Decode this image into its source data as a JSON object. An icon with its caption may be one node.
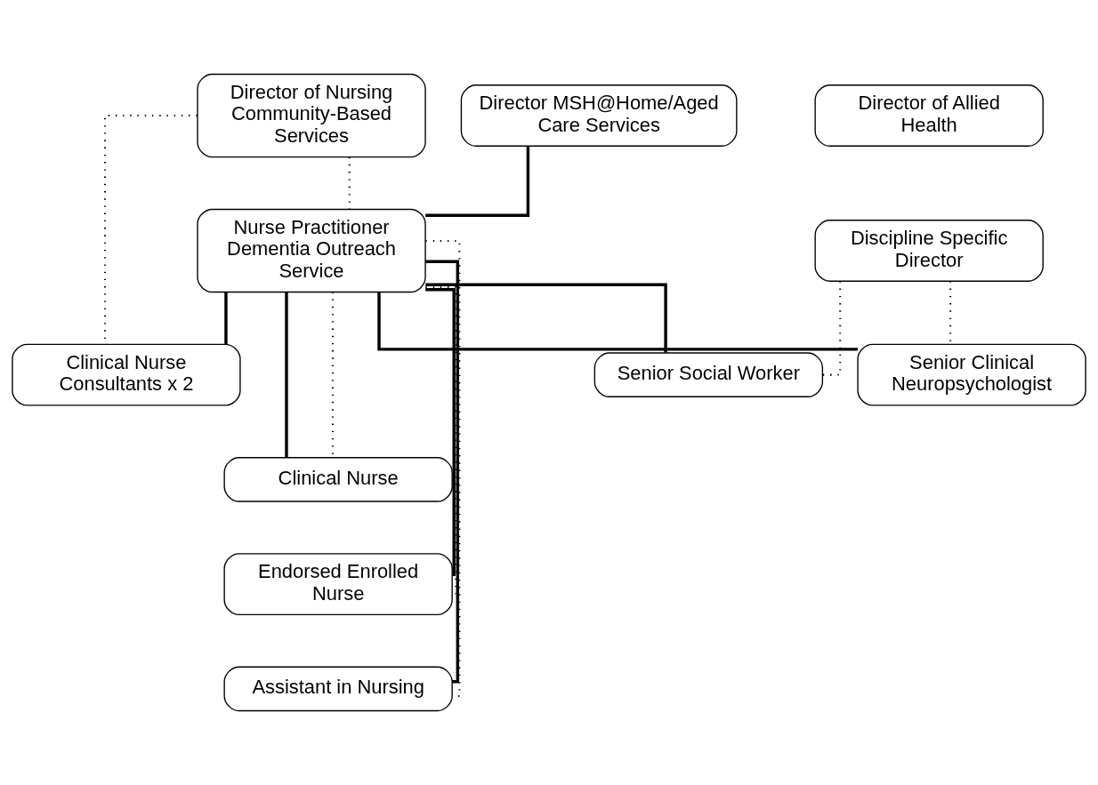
{
  "diagram": {
    "nodes": [
      {
        "text": [
          "Director of Nursing Community-Based Services"
        ]
      },
      {
        "text": [
          "Director MSH@Home/Aged Care Services"
        ]
      },
      {
        "text": [
          "Director of Allied Health"
        ]
      },
      {
        "text": [
          "Nurse Practitioner Dementia Outreach Service"
        ]
      },
      {
        "text": [
          "Discipline Specific Director"
        ]
      },
      {
        "text": [
          "Clinical Nurse Consultants x 2"
        ]
      },
      {
        "text": [
          "Senior Social Worker"
        ]
      },
      {
        "text": [
          "Senior Clinical Neuropsychologist"
        ]
      },
      {
        "text": [
          "Clinical Nurse"
        ]
      },
      {
        "text": [
          "Endorsed Enrolled Nurse"
        ]
      },
      {
        "text": [
          "Assistant in Nursing"
        ]
      }
    ],
    "edges": [
      {
        "from": 1,
        "to": 3,
        "arrow": "none"
      },
      {
        "from": 0,
        "to": 3,
        "arrow": "none",
        "style": "dashed"
      },
      {
        "from": 0,
        "to": 5,
        "arrow": "none",
        "style": "dashed"
      },
      {
        "from": 3,
        "to": 5,
        "arrow": "none"
      },
      {
        "from": 3,
        "to": 6,
        "arrow": "none"
      },
      {
        "from": 3,
        "to": 7,
        "arrow": "none"
      },
      {
        "from": 4,
        "to": 6,
        "arrow": "none",
        "style": "dashed"
      },
      {
        "from": 4,
        "to": 7,
        "arrow": "none",
        "style": "dashed"
      },
      {
        "from": 3,
        "to": 8,
        "arrow": "none"
      },
      {
        "from": 3,
        "to": 9,
        "arrow": "none"
      },
      {
        "from": 3,
        "to": 10,
        "arrow": "none"
      },
      {
        "from": 3,
        "to": 8,
        "arrow": "none",
        "style": "dashed"
      },
      {
        "from": 3,
        "to": 9,
        "arrow": "none",
        "style": "dashed"
      },
      {
        "from": 3,
        "to": 10,
        "arrow": "none",
        "style": "dashed"
      }
    ]
  }
}
